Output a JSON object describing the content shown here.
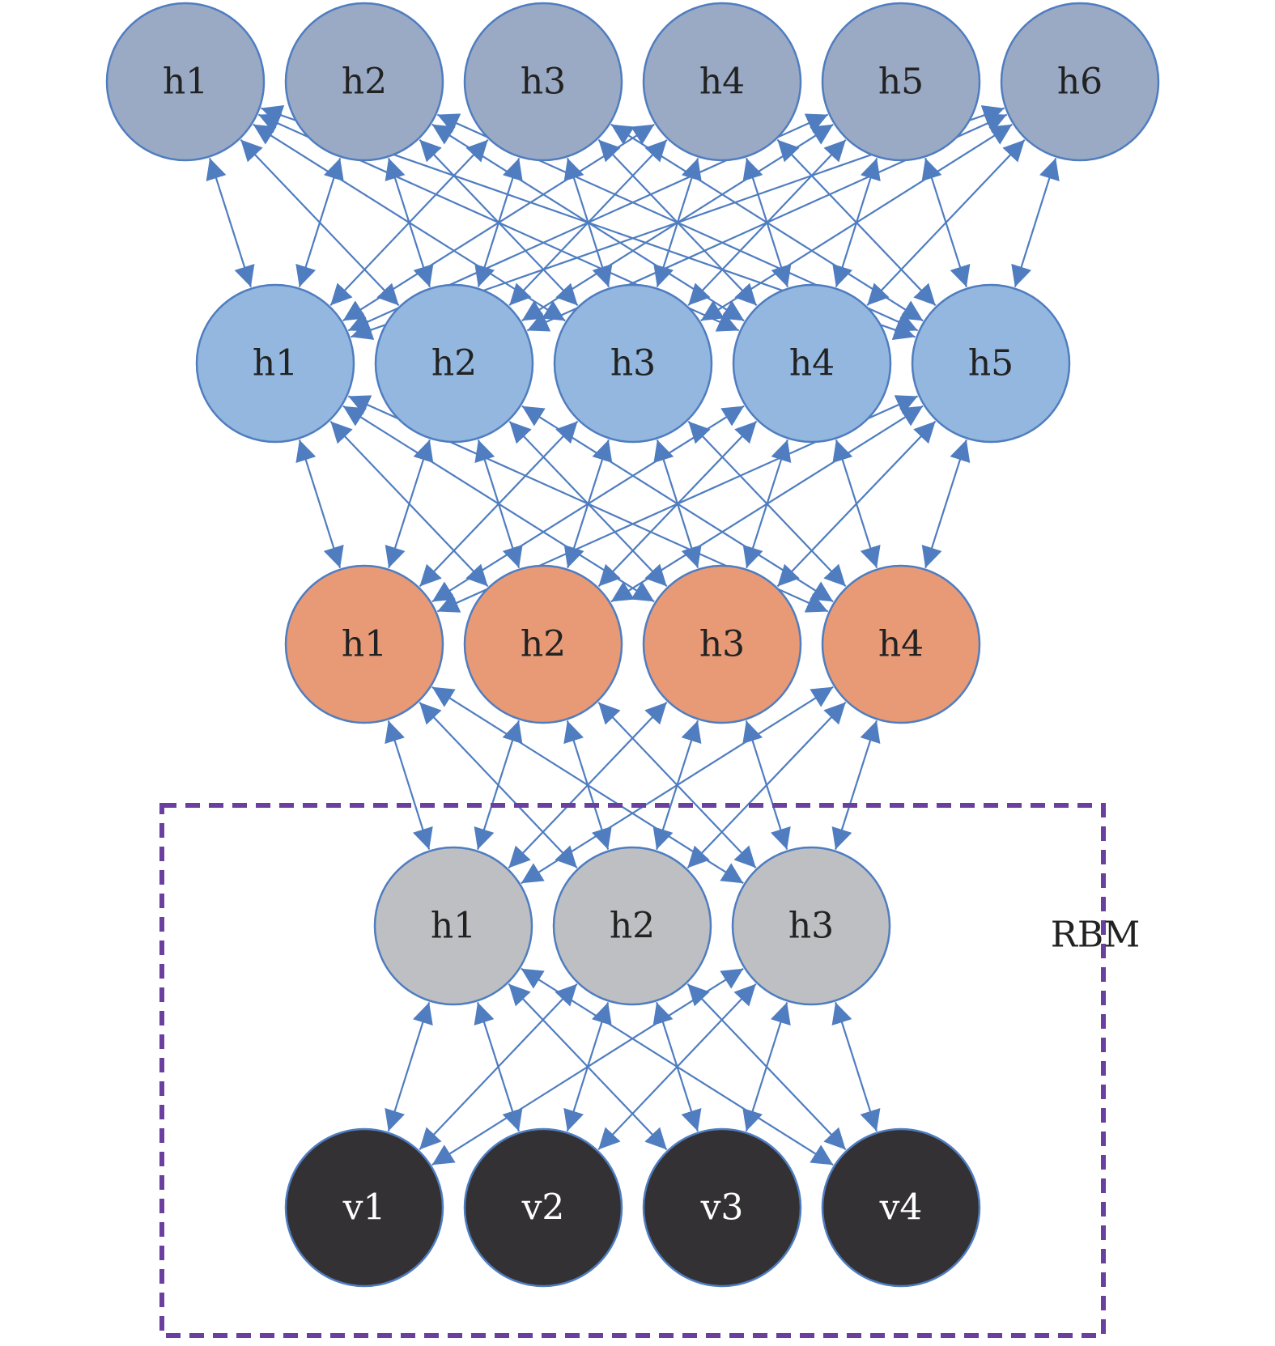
{
  "diagram": {
    "layers": [
      {
        "name": "hidden-layer-3",
        "fill": "#9AAAC4",
        "text_color": "#222222",
        "nodes": [
          "h1",
          "h2",
          "h3",
          "h4",
          "h5",
          "h6"
        ]
      },
      {
        "name": "hidden-layer-2",
        "fill": "#93B7DE",
        "text_color": "#222222",
        "nodes": [
          "h1",
          "h2",
          "h3",
          "h4",
          "h5"
        ]
      },
      {
        "name": "hidden-layer-1",
        "fill": "#E89A77",
        "text_color": "#222222",
        "nodes": [
          "h1",
          "h2",
          "h3",
          "h4"
        ]
      },
      {
        "name": "rbm-hidden-layer",
        "fill": "#BEBFC2",
        "text_color": "#222222",
        "nodes": [
          "h1",
          "h2",
          "h3"
        ]
      },
      {
        "name": "visible-layer",
        "fill": "#333133",
        "text_color": "#ffffff",
        "nodes": [
          "v1",
          "v2",
          "v3",
          "v4"
        ]
      }
    ],
    "connection_color": "#4F7DC0",
    "node_stroke": "#4F7DC0",
    "rbm": {
      "label": "RBM",
      "border_color": "#6A3FA0"
    }
  }
}
